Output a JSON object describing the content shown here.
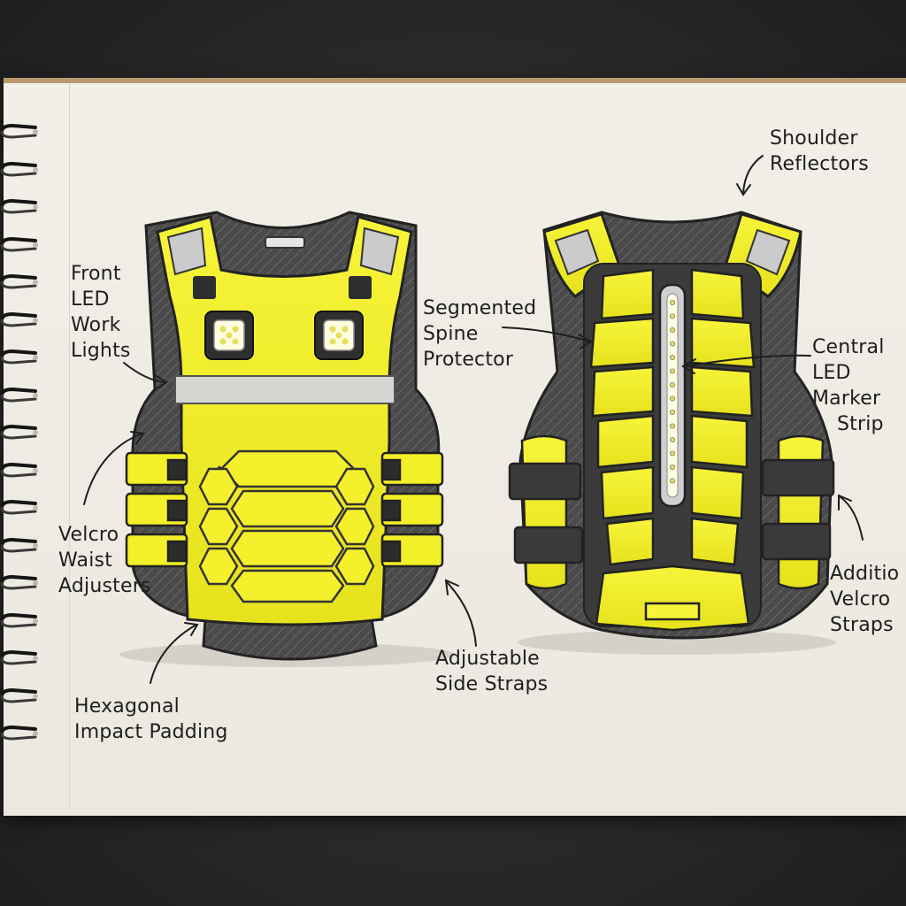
{
  "colors": {
    "vest_yellow": "#f4f12a",
    "frame_dark": "#3b3b3b",
    "reflector": "#c9c9c9",
    "paper": "#efece5"
  },
  "labels": {
    "shoulder_reflectors": [
      "Shoulder",
      "Reflectors"
    ],
    "front_led_work_lights": [
      "Front",
      "LED",
      "Work",
      "Lights"
    ],
    "segmented_spine_protector": [
      "Segmented",
      "Spine",
      "Protector"
    ],
    "central_led_marker_strip": [
      "Central",
      "LED",
      "Marker",
      "Strip"
    ],
    "velcro_waist_adjusters": [
      "Velcro",
      "Waist",
      "Adjusters"
    ],
    "additional_velcro_straps": [
      "Additio",
      "Velcro",
      "Straps"
    ],
    "adjustable_side_straps": [
      "Adjustable",
      "Side Straps"
    ],
    "hexagonal_impact_padding": [
      "Hexagonal",
      "Impact Padding"
    ]
  },
  "icons": [
    "spiral-binding-icon",
    "arrow-icon",
    "led-light-icon"
  ]
}
